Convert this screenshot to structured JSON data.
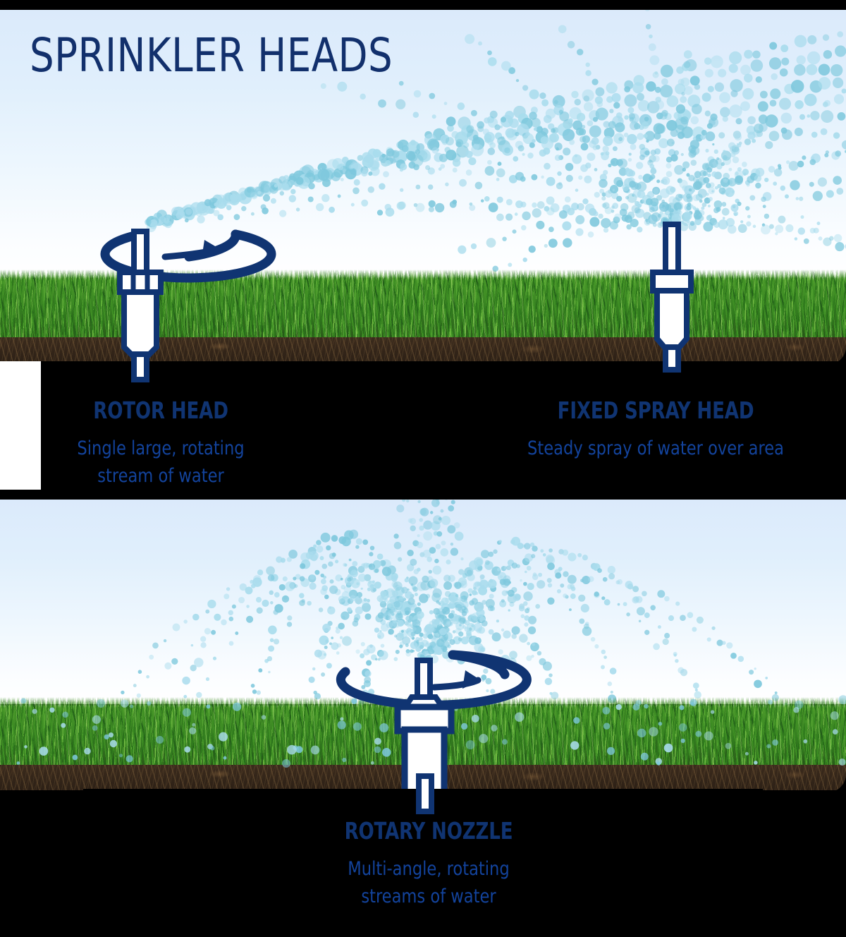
{
  "header": {
    "title": "SPRINKLER HEADS"
  },
  "colors": {
    "navy": "#103472",
    "text_blue": "#13439c",
    "sky_top": "#dbeafb",
    "water_dot": "#7ec8dd",
    "water_dot_light": "#a9dced",
    "grass_green": "#3f8f24",
    "soil_brown": "#3a2a1c",
    "panel_black": "#000000"
  },
  "panels": [
    {
      "id": "rotor",
      "title": "ROTOR HEAD",
      "subtitle_lines": [
        "Single large, rotating",
        "stream of water"
      ],
      "icon": "rotor-sprinkler-icon",
      "rotation_indicator": true,
      "spray_type": "single-rotating-stream"
    },
    {
      "id": "fixed-spray",
      "title": "FIXED SPRAY HEAD",
      "subtitle_lines": [
        "Steady spray of water over area"
      ],
      "icon": "fixed-spray-sprinkler-icon",
      "rotation_indicator": false,
      "spray_type": "steady-fan-spray"
    },
    {
      "id": "rotary-nozzle",
      "title": "ROTARY NOZZLE",
      "subtitle_lines": [
        "Multi-angle, rotating",
        "streams of water"
      ],
      "icon": "rotary-nozzle-sprinkler-icon",
      "rotation_indicator": true,
      "spray_type": "multi-angle-rotating-streams"
    }
  ]
}
